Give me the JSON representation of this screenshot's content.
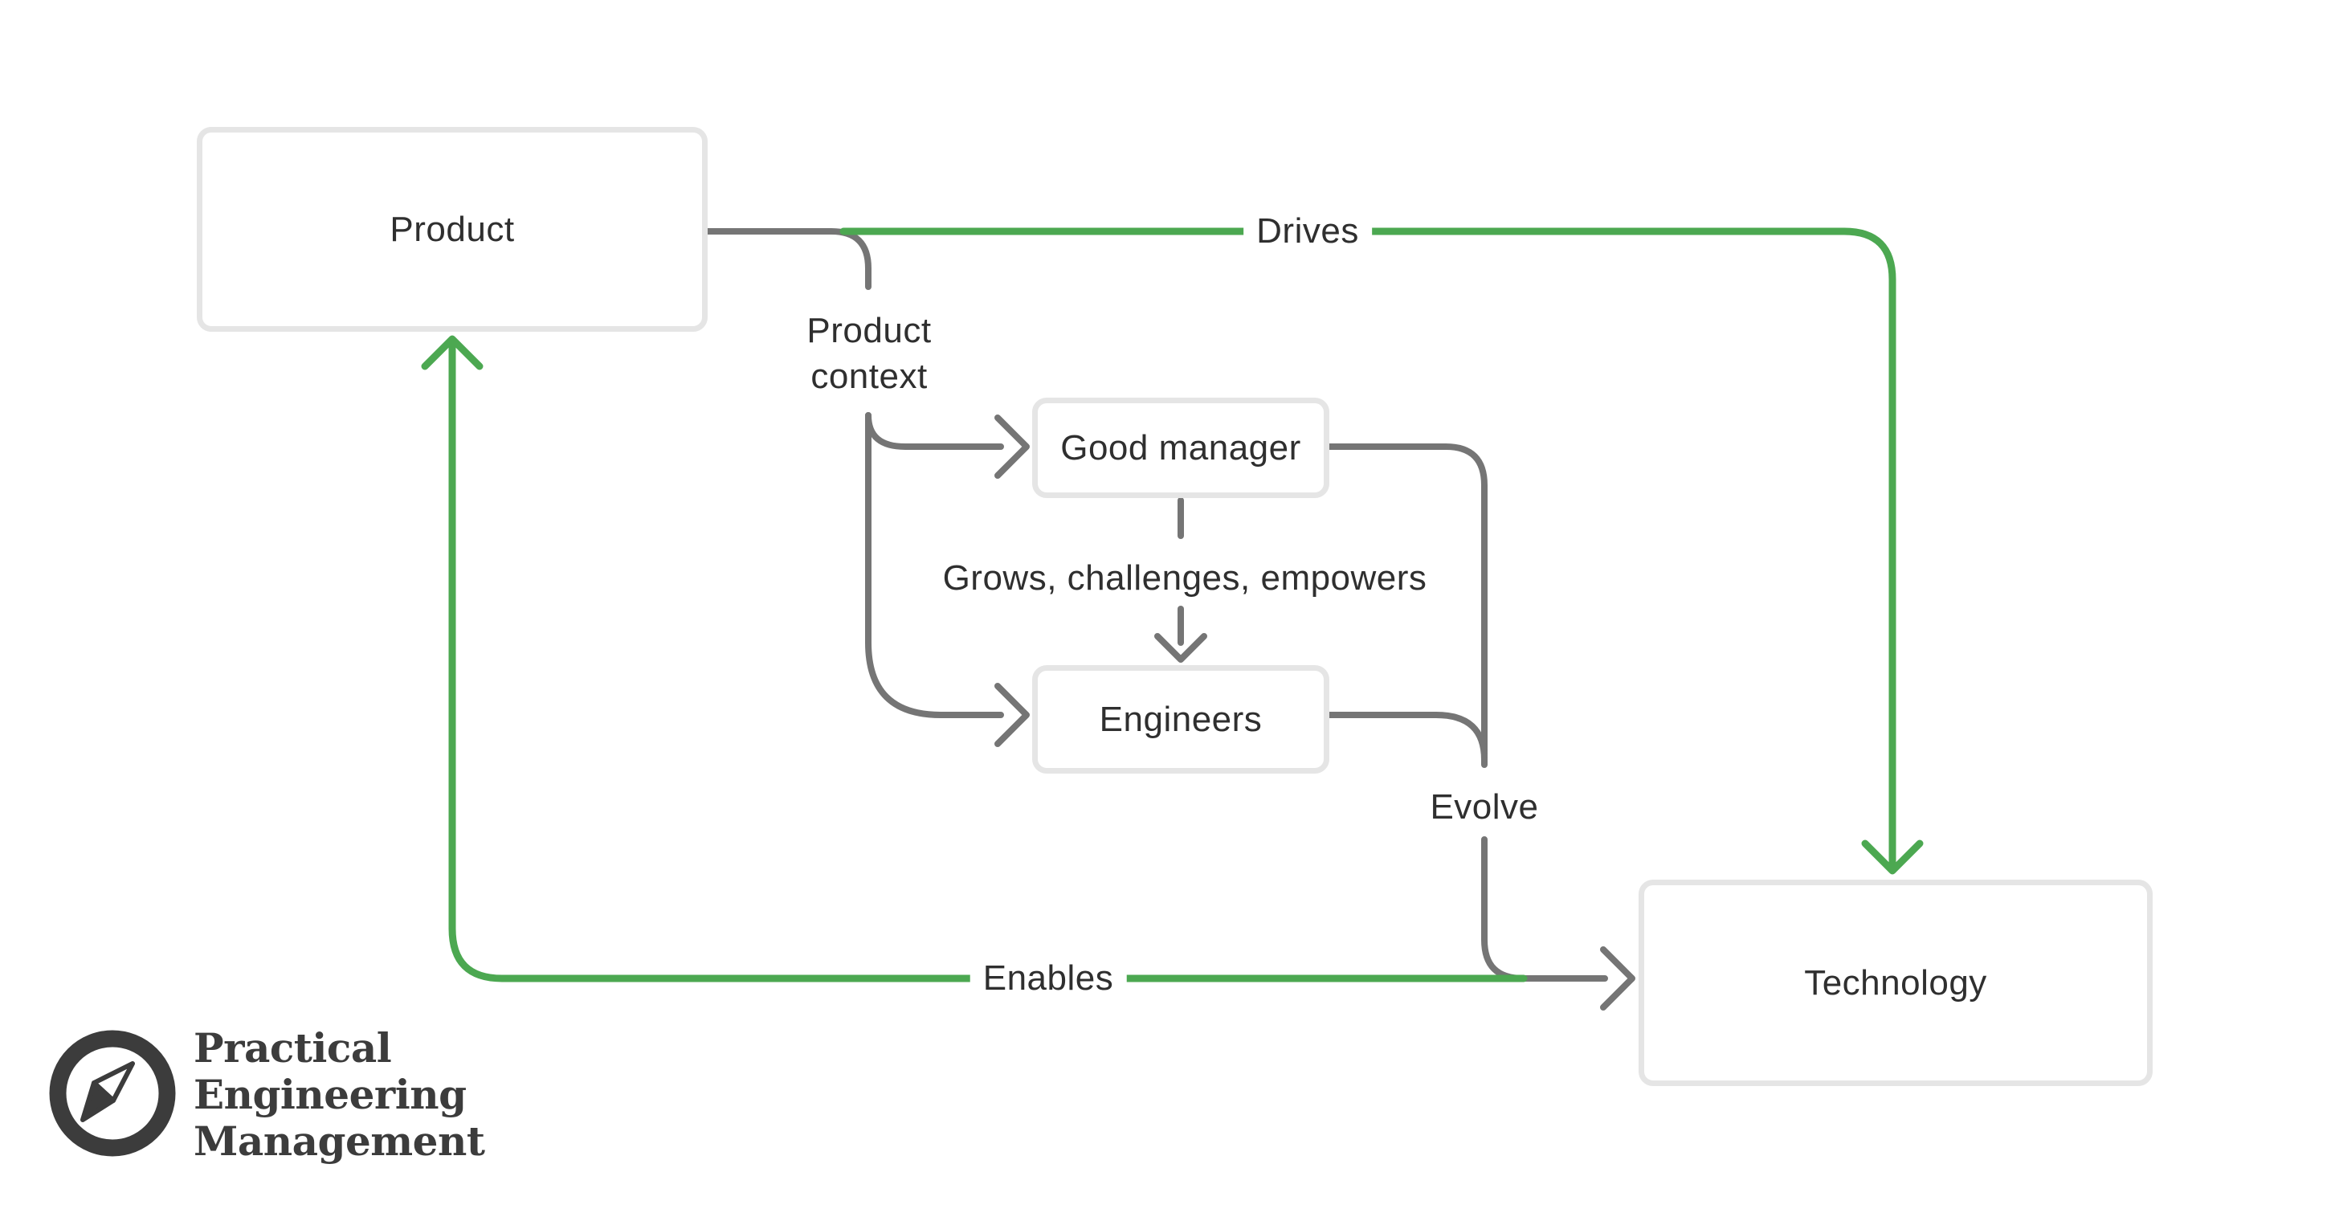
{
  "diagram": {
    "nodes": [
      {
        "id": "product",
        "label": "Product"
      },
      {
        "id": "good-manager",
        "label": "Good manager"
      },
      {
        "id": "engineers",
        "label": "Engineers"
      },
      {
        "id": "technology",
        "label": "Technology"
      }
    ],
    "edge_labels": {
      "drives": "Drives",
      "product_context": "Product context",
      "grows": "Grows, challenges, empowers",
      "evolve": "Evolve",
      "enables": "Enables"
    },
    "edges_semantics": [
      {
        "from": "product",
        "to": "technology",
        "label": "Drives",
        "color": "green"
      },
      {
        "from": "product",
        "to": "good-manager",
        "label": "Product context",
        "color": "gray"
      },
      {
        "from": "product",
        "to": "engineers",
        "label": "Product context",
        "color": "gray"
      },
      {
        "from": "good-manager",
        "to": "engineers",
        "label": "Grows, challenges, empowers",
        "color": "gray"
      },
      {
        "from": "good-manager",
        "to": "technology",
        "label": "Evolve",
        "color": "gray"
      },
      {
        "from": "engineers",
        "to": "technology",
        "label": "Evolve",
        "color": "gray"
      },
      {
        "from": "technology",
        "to": "product",
        "label": "Enables",
        "color": "green"
      }
    ],
    "colors": {
      "green": "#4CA851",
      "gray": "#757575",
      "box_border": "#e5e5e5",
      "text": "#2f2f2f",
      "logo": "#3c3c3c",
      "bg": "#ffffff"
    }
  },
  "logo": {
    "icon": "compass-icon",
    "line1": "Practical",
    "line2": "Engineering",
    "line3": "Management"
  }
}
